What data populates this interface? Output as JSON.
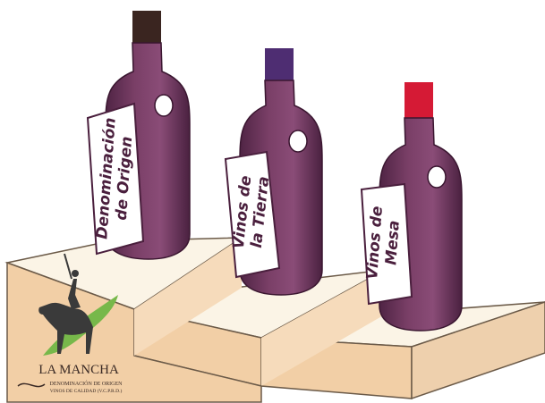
{
  "labels": {
    "bottle_1": {
      "line1": "Denominación",
      "line2": "de Origen"
    },
    "bottle_2": {
      "line1": "Vinos de",
      "line2": "la Tierra"
    },
    "bottle_3": {
      "line1": "Vinos de",
      "line2": "Mesa"
    }
  },
  "logo": {
    "name": "LA MANCHA",
    "subtitle_1": "DENOMINACIÓN DE ORIGEN",
    "subtitle_2": "VINOS DE CALIDAD (V.C.P.R.D.)",
    "icon": "don-quixote-horse-icon"
  },
  "colors": {
    "wine": "#7a3f67",
    "wine_dark": "#4f2444",
    "cap_1": "#3a2520",
    "cap_2": "#4e2d72",
    "cap_3": "#d51a35",
    "stair_top": "#fbf4e6",
    "stair_front": "#f3d2ab",
    "logo_green": "#77b84a"
  }
}
